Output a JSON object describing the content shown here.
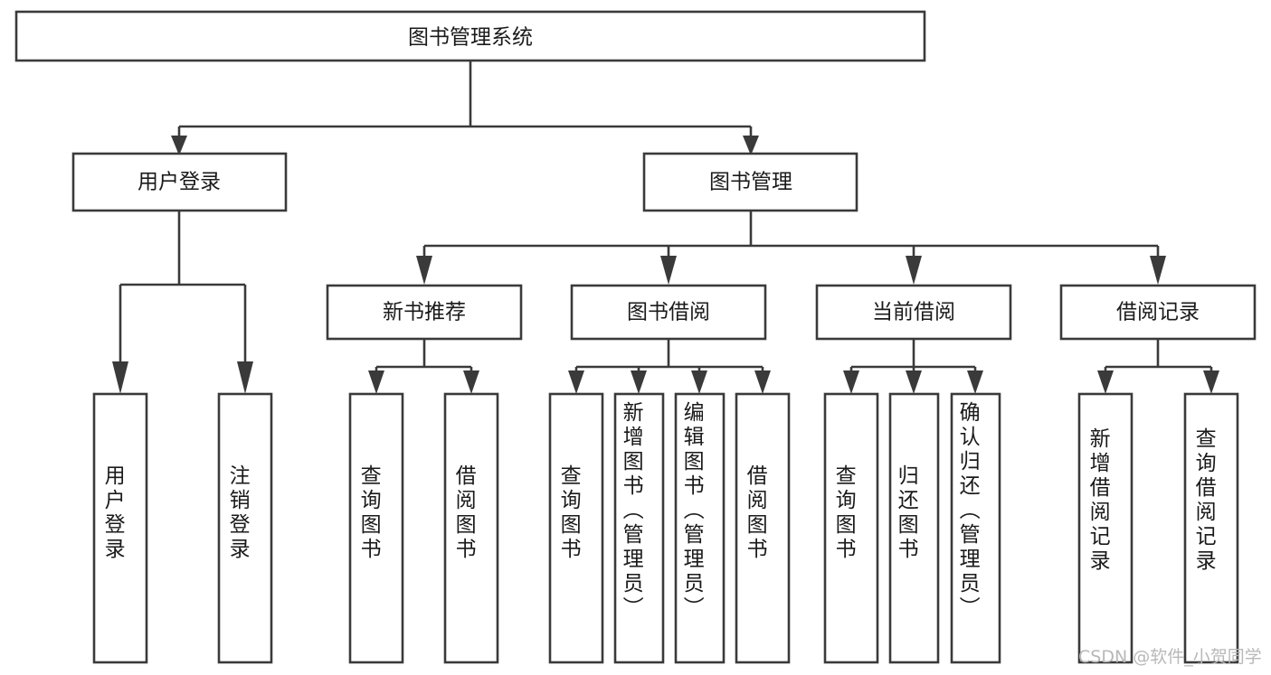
{
  "diagram": {
    "type": "tree-hierarchy",
    "title": "图书管理系统",
    "root": {
      "label": "图书管理系统"
    },
    "level2": [
      {
        "id": "user-login",
        "label": "用户登录"
      },
      {
        "id": "book-management",
        "label": "图书管理"
      }
    ],
    "level3": [
      {
        "id": "new-book-recommend",
        "label": "新书推荐",
        "parent": "book-management"
      },
      {
        "id": "book-borrow",
        "label": "图书借阅",
        "parent": "book-management"
      },
      {
        "id": "current-borrow",
        "label": "当前借阅",
        "parent": "book-management"
      },
      {
        "id": "borrow-record",
        "label": "借阅记录",
        "parent": "book-management"
      }
    ],
    "leaves": [
      {
        "id": "leaf-user-login",
        "label": "用户登录",
        "parent": "user-login"
      },
      {
        "id": "leaf-logout-login",
        "label": "注销登录",
        "parent": "user-login"
      },
      {
        "id": "leaf-query-book-1",
        "label": "查询图书",
        "parent": "new-book-recommend"
      },
      {
        "id": "leaf-borrow-book-1",
        "label": "借阅图书",
        "parent": "new-book-recommend"
      },
      {
        "id": "leaf-query-book-2",
        "label": "查询图书",
        "parent": "book-borrow"
      },
      {
        "id": "leaf-add-book",
        "label": "新增图书（管理员）",
        "parent": "book-borrow"
      },
      {
        "id": "leaf-edit-book",
        "label": "编辑图书（管理员）",
        "parent": "book-borrow"
      },
      {
        "id": "leaf-borrow-book-2",
        "label": "借阅图书",
        "parent": "book-borrow"
      },
      {
        "id": "leaf-query-book-3",
        "label": "查询图书",
        "parent": "current-borrow"
      },
      {
        "id": "leaf-return-book",
        "label": "归还图书",
        "parent": "current-borrow"
      },
      {
        "id": "leaf-confirm-return",
        "label": "确认归还（管理员）",
        "parent": "current-borrow"
      },
      {
        "id": "leaf-add-record",
        "label": "新增借阅记录",
        "parent": "borrow-record"
      },
      {
        "id": "leaf-query-record",
        "label": "查询借阅记录",
        "parent": "borrow-record"
      }
    ],
    "colors": {
      "stroke": "#3a3a3a",
      "fill": "#ffffff",
      "text": "#1a1a1a",
      "background": "#ffffff",
      "watermark": "#b8b8b8"
    }
  },
  "watermark": {
    "text": "CSDN @软件_小贺同学"
  }
}
